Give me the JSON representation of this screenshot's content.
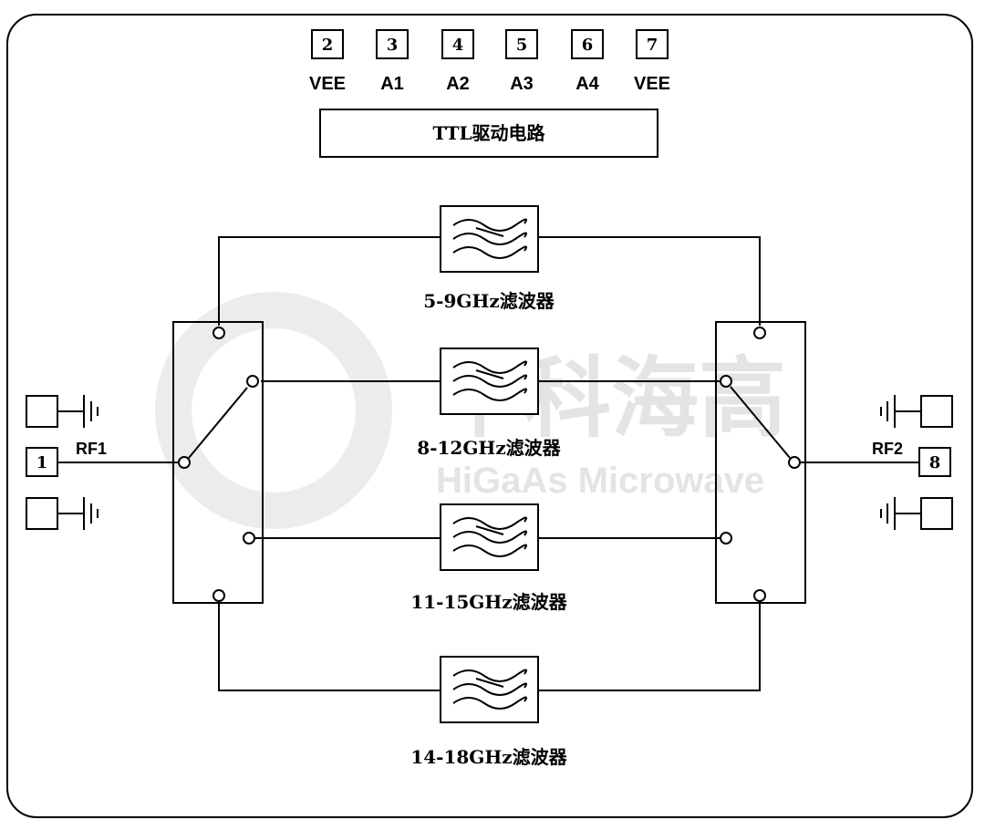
{
  "watermark": {
    "cn": "中科海高",
    "en": "HiGaAs Microwave"
  },
  "driver": {
    "label": "TTL驱动电路"
  },
  "pins_top": [
    {
      "num": "2",
      "name": "VEE"
    },
    {
      "num": "3",
      "name": "A1"
    },
    {
      "num": "4",
      "name": "A2"
    },
    {
      "num": "5",
      "name": "A3"
    },
    {
      "num": "6",
      "name": "A4"
    },
    {
      "num": "7",
      "name": "VEE"
    }
  ],
  "rf_in": {
    "pin": "1",
    "label": "RF1"
  },
  "rf_out": {
    "pin": "8",
    "label": "RF2"
  },
  "filters": [
    {
      "label": "5-9GHz滤波器"
    },
    {
      "label": "8-12GHz滤波器"
    },
    {
      "label": "11-15GHz滤波器"
    },
    {
      "label": "14-18GHz滤波器"
    }
  ],
  "colors": {
    "line": "#000000",
    "watermark": "#e4e4e4",
    "background": "#ffffff"
  }
}
